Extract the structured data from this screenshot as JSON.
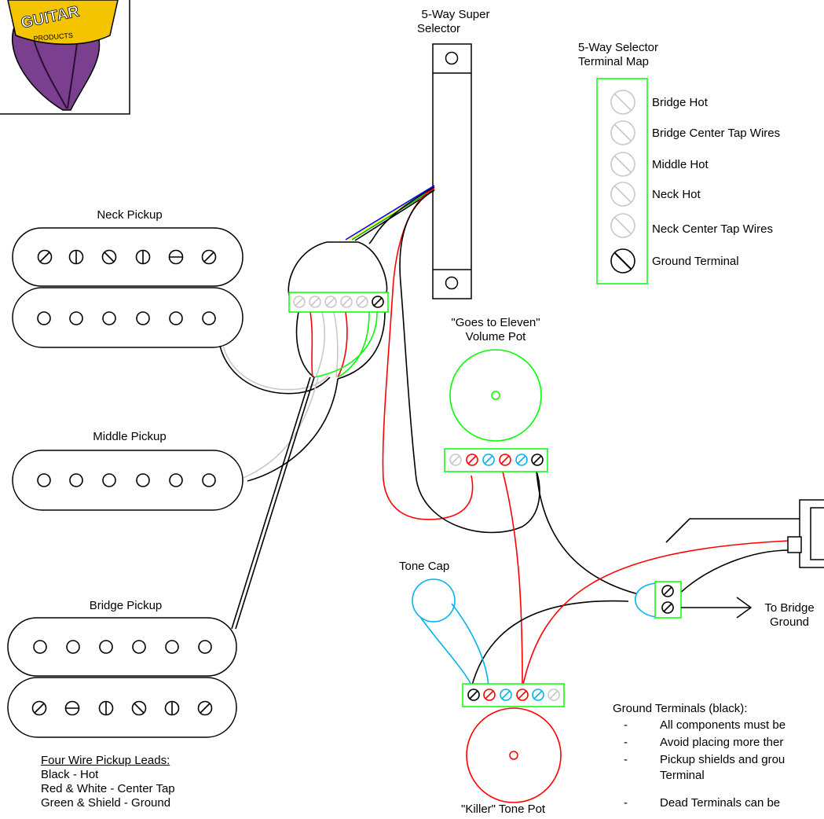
{
  "colors": {
    "black": "#000000",
    "red": "#ff0000",
    "green": "#00ff00",
    "blue": "#00b4f0",
    "gray": "#c8c8c8",
    "yellow": "#ffff00",
    "logo_purple": "#7a3f8f",
    "logo_yellow": "#f5c400"
  },
  "logo": {
    "text": "GUITAR",
    "subtext": "PRODUCTS",
    "icon": "flower-logo-icon"
  },
  "selector": {
    "title_line1": "5-Way Super",
    "title_line2": "Selector"
  },
  "terminal_map": {
    "title_line1": "5-Way Selector",
    "title_line2": "Terminal Map",
    "items": [
      {
        "label": "Bridge Hot",
        "color": "gray"
      },
      {
        "label": "Bridge Center Tap Wires",
        "color": "gray"
      },
      {
        "label": "Middle Hot",
        "color": "gray"
      },
      {
        "label": "Neck Hot",
        "color": "gray"
      },
      {
        "label": "Neck Center Tap Wires",
        "color": "gray"
      },
      {
        "label": "Ground Terminal",
        "color": "black"
      }
    ]
  },
  "pickups": {
    "neck": "Neck Pickup",
    "middle": "Middle Pickup",
    "bridge": "Bridge Pickup"
  },
  "volume_pot": {
    "line1": "\"Goes to Eleven\"",
    "line2": "Volume Pot"
  },
  "tone_cap": "Tone Cap",
  "tone_pot": "\"Killer\" Tone Pot",
  "bridge_ground": {
    "line1": "To Bridge",
    "line2": "Ground"
  },
  "leads": {
    "title": "Four Wire Pickup Leads:",
    "lines": [
      "Black - Hot",
      "Red & White - Center Tap",
      "Green & Shield - Ground"
    ]
  },
  "ground_notes": {
    "title": "Ground Terminals (black):",
    "bullets": [
      "All components must be",
      "Avoid placing more ther",
      "Pickup shields and grou",
      "Terminal",
      "Dead Terminals can be"
    ]
  }
}
